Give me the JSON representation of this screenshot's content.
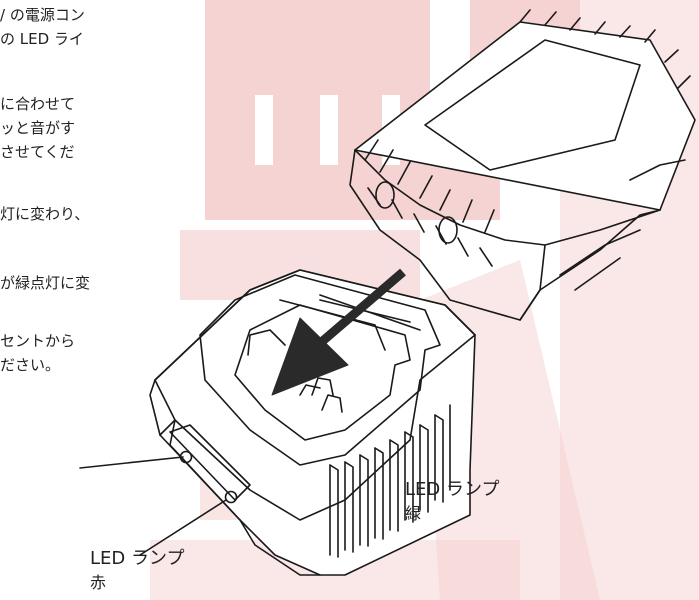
{
  "paragraphs": [
    {
      "lines": [
        "/ の電源コン",
        "の LED ライ"
      ]
    },
    {
      "lines": [
        "に合わせて",
        "ッと音がす",
        "させてくだ"
      ]
    },
    {
      "lines": [
        "灯に変わり、"
      ]
    },
    {
      "lines": [
        "が緑点灯に変"
      ]
    },
    {
      "lines": [
        "セントから",
        "ださい。"
      ]
    }
  ],
  "labels": {
    "green": {
      "title": "LED ランプ",
      "sub": "緑"
    },
    "red": {
      "title": "LED ランプ",
      "sub": "赤"
    }
  },
  "colors": {
    "watermark": "#f2c4c4",
    "line": "#1a1a1a",
    "arrow": "#2a2a2a"
  }
}
